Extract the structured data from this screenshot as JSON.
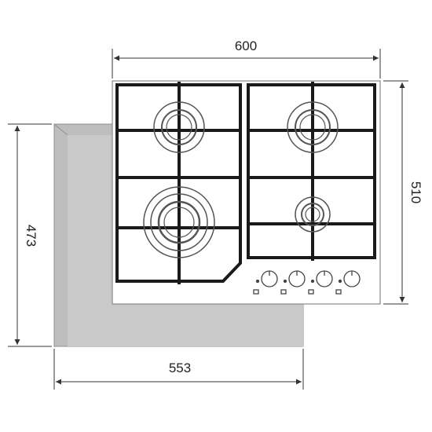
{
  "dimensions": {
    "top_width": "600",
    "right_height": "510",
    "left_height": "473",
    "bottom_width": "553"
  },
  "colors": {
    "cutout_fill": "#c9c9c9",
    "cutout_edge": "#8f8f8f",
    "hob_fill": "#ffffff",
    "grate": "#1a1a1a",
    "dimension_line": "#333333"
  }
}
